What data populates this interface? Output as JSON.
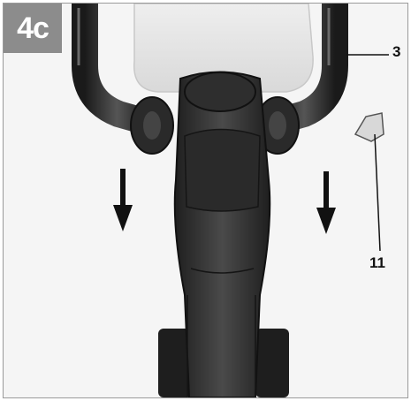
{
  "figure": {
    "label": "4c",
    "callouts": {
      "handle": "3",
      "release_part": "11"
    }
  },
  "colors": {
    "background": "#f4f4f4",
    "badge": "#8c8c8c",
    "tool_body": "#3a3a3a",
    "arrows": "#111111"
  }
}
